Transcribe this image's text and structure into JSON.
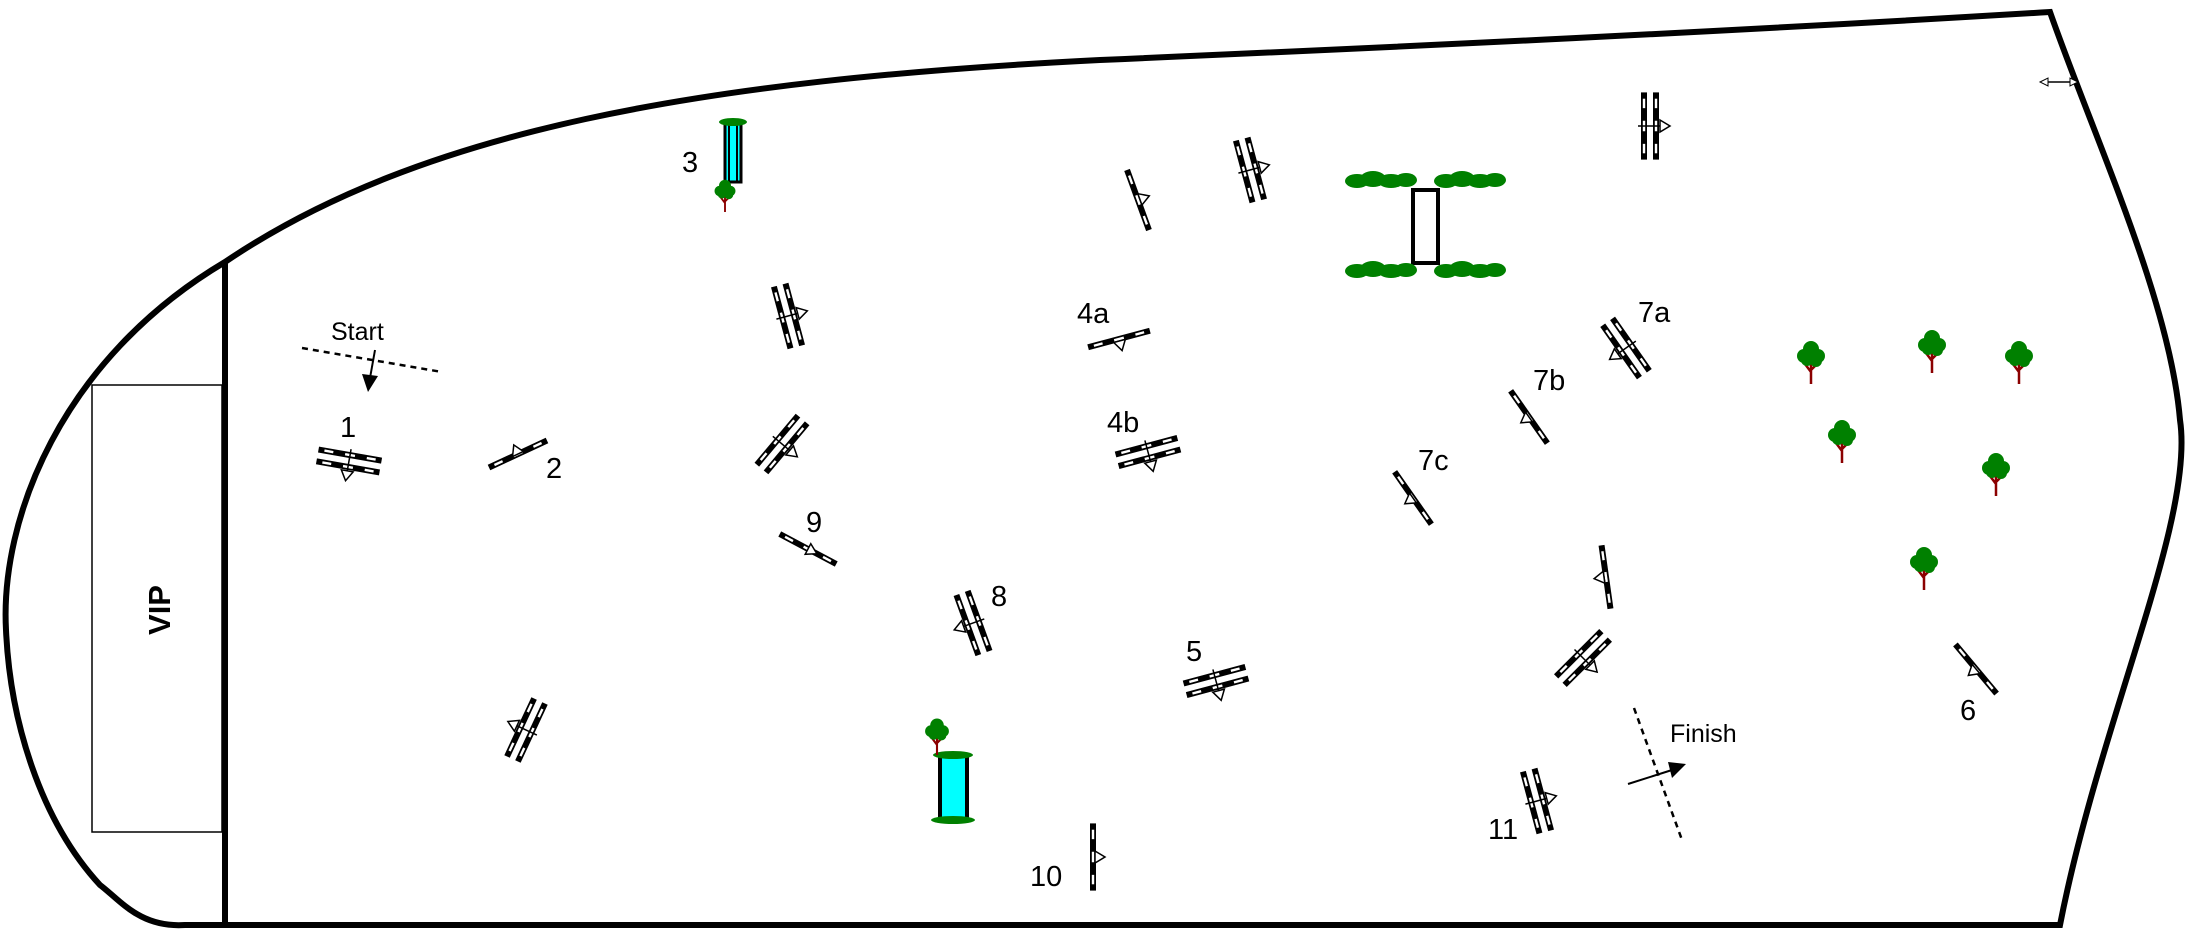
{
  "diagram": {
    "vip_label": "VIP",
    "start_label": "Start",
    "finish_label": "Finish",
    "obstacle_numbers": [
      "1",
      "2",
      "3",
      "4a",
      "4b",
      "5",
      "6",
      "7a",
      "7b",
      "7c",
      "8",
      "9",
      "10",
      "11"
    ]
  },
  "colors": {
    "outline": "#000000",
    "water": "#00ffff",
    "foliage": "#008000",
    "trunk": "#8b0000"
  },
  "icons": [
    "jump-icon",
    "tree-icon",
    "hedge-icon",
    "water-icon",
    "arrow-icon"
  ]
}
